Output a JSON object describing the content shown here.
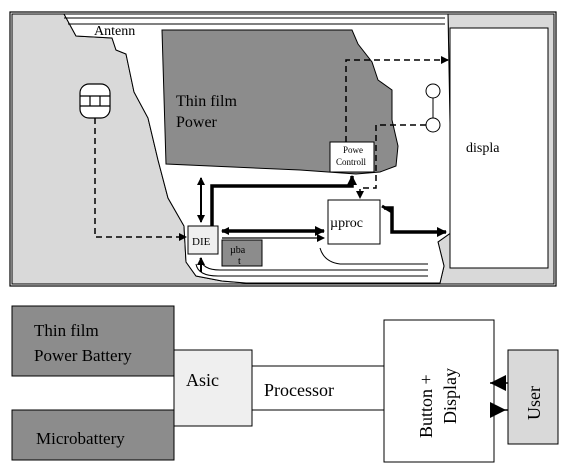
{
  "top_diagram": {
    "antenna_label": "Antenn",
    "thin_film_label_line1": "Thin film",
    "thin_film_label_line2": "Power",
    "power_controller_line1": "Powe",
    "power_controller_line2": "Controll",
    "die_label": "DIE",
    "ubat_line1": "µba",
    "ubat_line2": "t",
    "uproc_label": "µproc",
    "display_label": "displa"
  },
  "bottom_diagram": {
    "thin_film_battery_line1": "Thin film",
    "thin_film_battery_line2": "Power Battery",
    "microbattery_label": "Microbattery",
    "asic_label": "Asic",
    "processor_label": "Processor",
    "button_display_line1": "Button +",
    "button_display_line2": "Display",
    "user_label": "User"
  },
  "colors": {
    "card_grey": "#d9d9d9",
    "dark_block": "#8c8c8c",
    "light_block": "#efefef",
    "white": "#ffffff",
    "line": "#000000"
  }
}
